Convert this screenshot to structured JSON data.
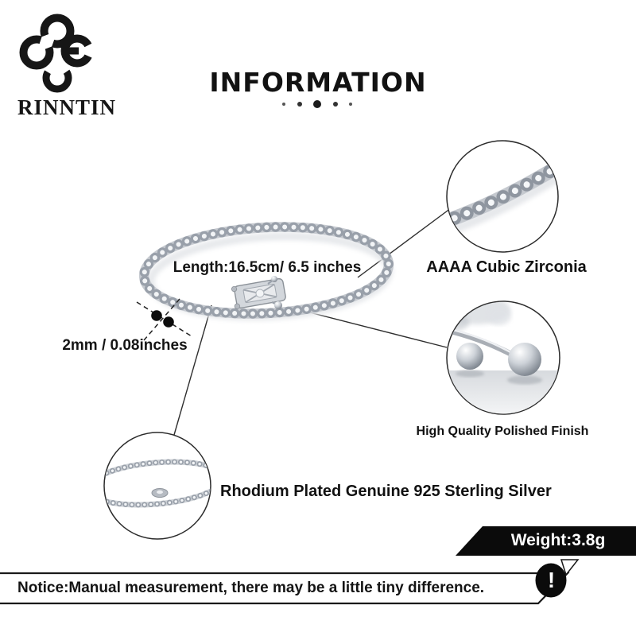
{
  "brand": {
    "name": "RINNTIN"
  },
  "header": {
    "title": "INFORMATION"
  },
  "product": {
    "length_label": "Length:16.5cm/ 6.5 inches",
    "width_label": "2mm / 0.08inches"
  },
  "features": {
    "zirconia": "AAAA Cubic Zirconia",
    "polish": "High Quality Polished Finish",
    "silver": "Rhodium Plated Genuine 925 Sterling Silver"
  },
  "weight": {
    "label": "Weight:3.8g"
  },
  "notice": {
    "text": "Notice:Manual measurement, there may be a little tiny difference.",
    "exclamation": "!"
  },
  "colors": {
    "ink": "#111111",
    "banner_black": "#0b0b0b",
    "silver_dark": "#9aa1ab",
    "silver_light": "#e8eaed"
  }
}
